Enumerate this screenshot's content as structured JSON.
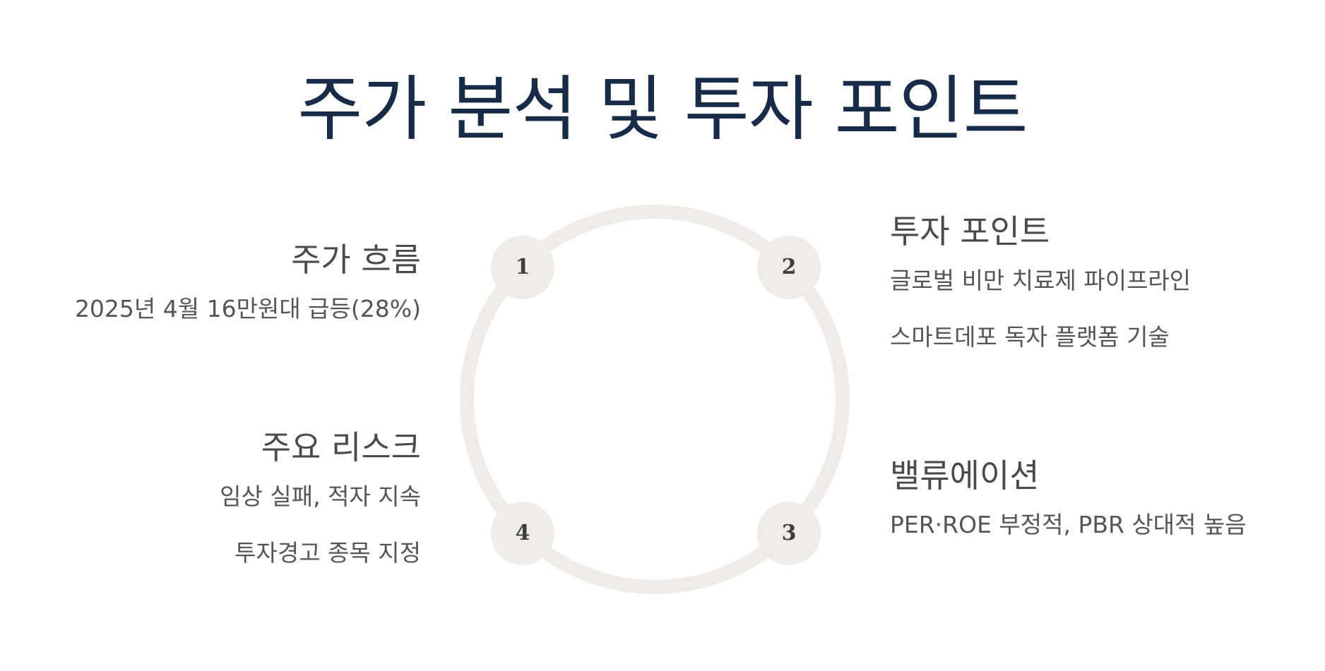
{
  "page": {
    "title": "주가 분석 및 투자 포인트"
  },
  "colors": {
    "title": "#182c4a",
    "ring": "#efebea",
    "text": "#4a4a4a",
    "background": "#ffffff"
  },
  "markers": [
    "1",
    "2",
    "3",
    "4"
  ],
  "sections": {
    "price_flow": {
      "heading": "주가 흐름",
      "lines": [
        "2025년 4월 16만원대 급등(28%)"
      ]
    },
    "investment_points": {
      "heading": "투자 포인트",
      "lines": [
        "글로벌 비만 치료제 파이프라인",
        "스마트데포 독자 플랫폼 기술"
      ]
    },
    "valuation": {
      "heading": "밸류에이션",
      "lines": [
        "PER·ROE 부정적, PBR 상대적 높음"
      ]
    },
    "key_risks": {
      "heading": "주요 리스크",
      "lines": [
        "임상 실패, 적자 지속",
        "투자경고 종목 지정"
      ]
    }
  }
}
